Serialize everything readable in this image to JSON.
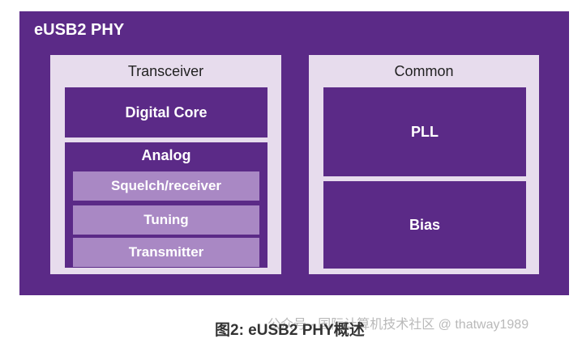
{
  "diagram": {
    "title": "eUSB2 PHY",
    "transceiver": {
      "title": "Transceiver",
      "digital_core": "Digital Core",
      "analog": {
        "title": "Analog",
        "items": [
          "Squelch/receiver",
          "Tuning",
          "Transmitter"
        ]
      }
    },
    "common": {
      "title": "Common",
      "blocks": [
        "PLL",
        "Bias"
      ]
    }
  },
  "caption": "图2: eUSB2 PHY概述",
  "watermark": "公众号 · 国际计算机技术社区 @ thatway1989",
  "colors": {
    "frame": "#5b2a87",
    "panel": "#e7dced",
    "sub_block": "#a988c4"
  }
}
